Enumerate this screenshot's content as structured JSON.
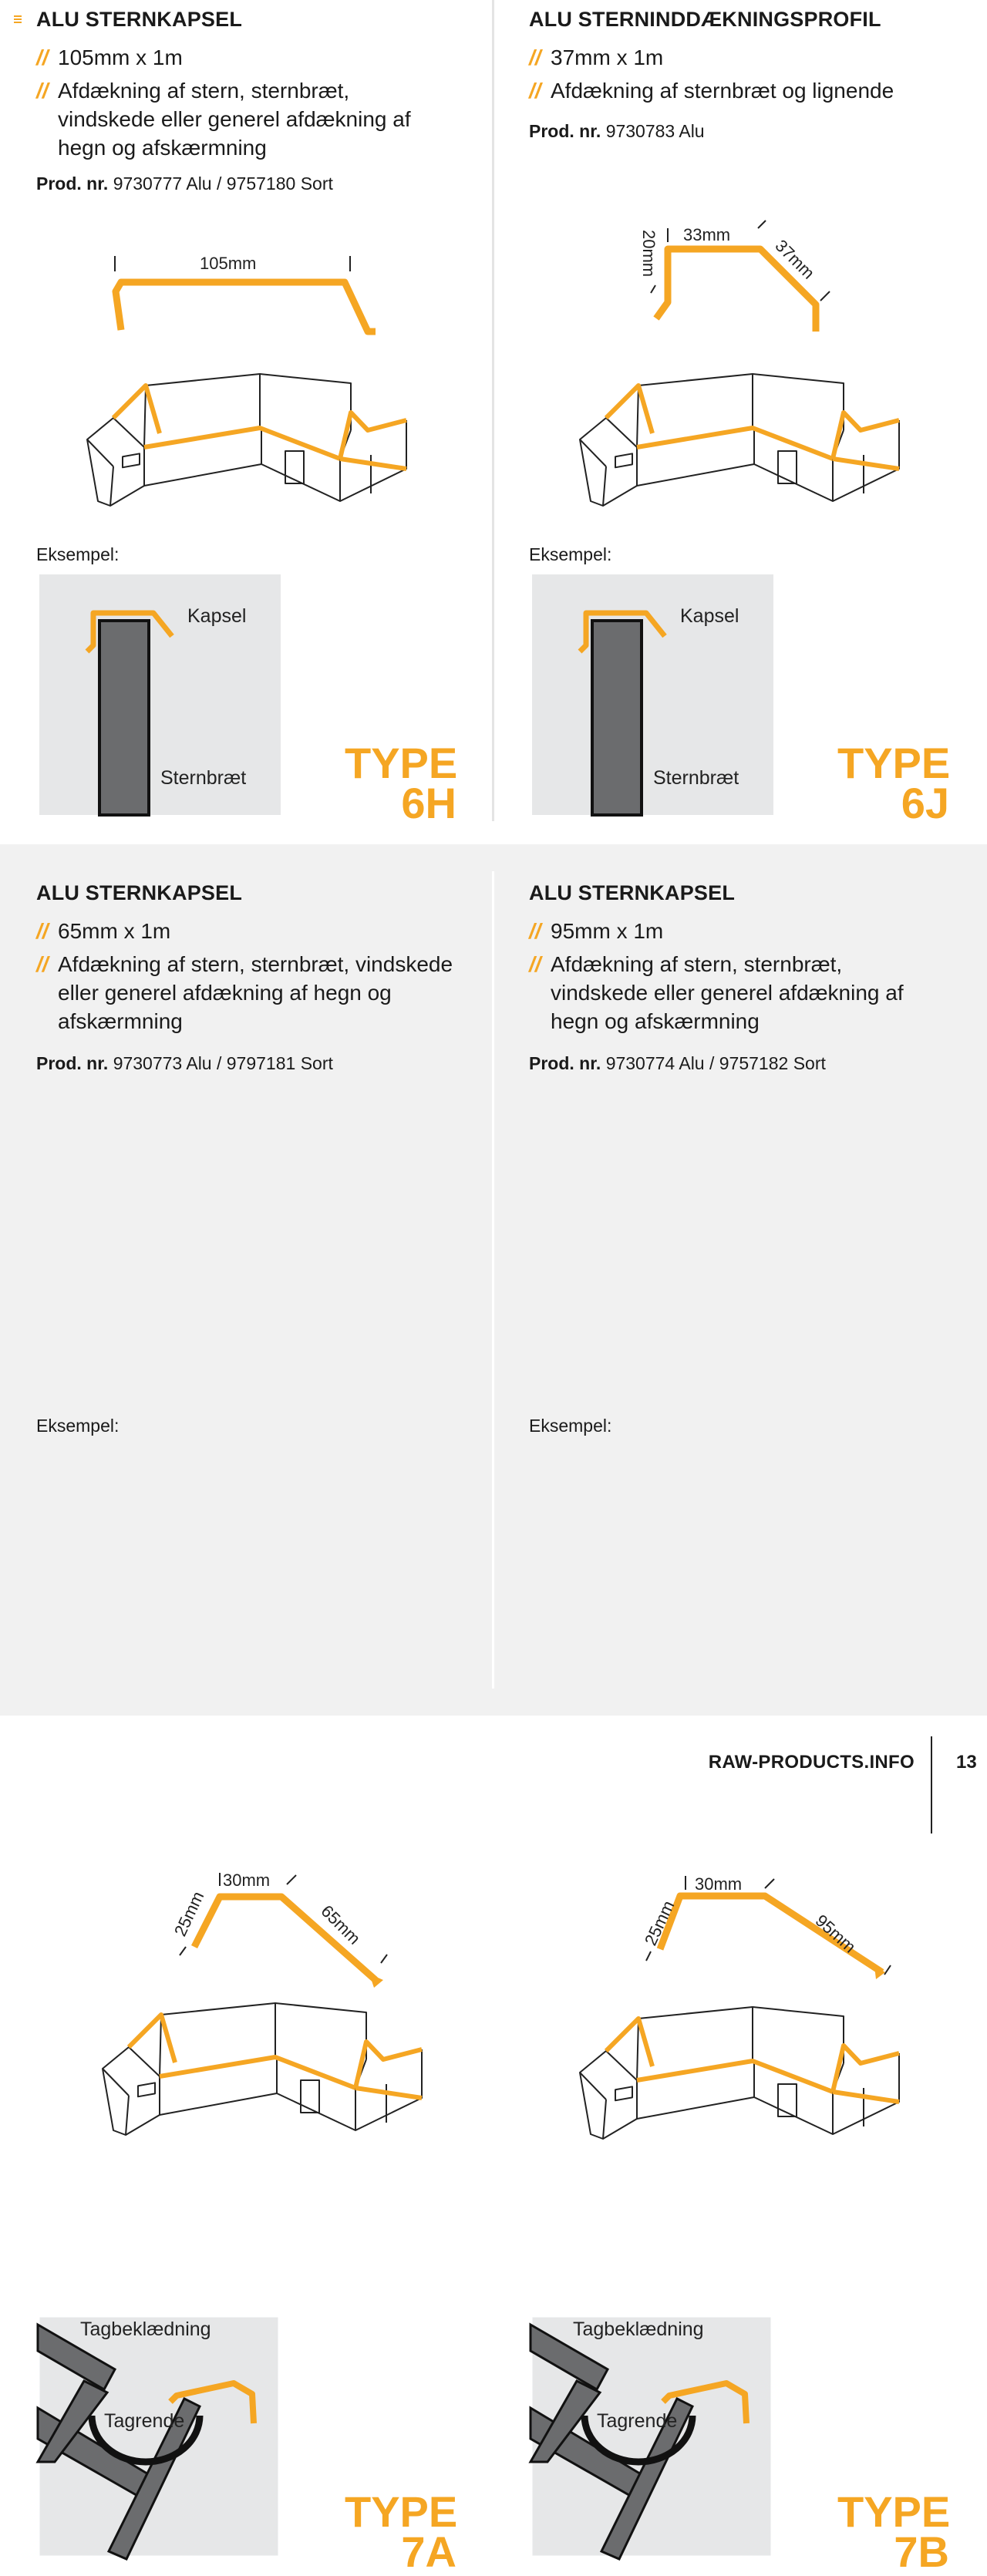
{
  "panels": [
    {
      "title": "ALU STERNKAPSEL",
      "bullets": [
        {
          "slash": "//",
          "text": "105mm x 1m"
        },
        {
          "slash": "//",
          "text": "Afdækning af stern, sternbræt, vindskede eller generel afdækning af hegn og afskærmning"
        }
      ],
      "prod_label": "Prod. nr.",
      "prod_value": "9730777 Alu / 9757180 Sort",
      "dims": [
        "105mm"
      ],
      "example_label": "Eksempel:",
      "example_labels": [
        "Kapsel",
        "Sternbræt"
      ],
      "type_word": "TYPE",
      "type_code": "6H"
    },
    {
      "title": "ALU STERNINDDÆKNINGSPROFIL",
      "bullets": [
        {
          "slash": "//",
          "text": "37mm x 1m"
        },
        {
          "slash": "//",
          "text": "Afdækning af sternbræt og lignende"
        }
      ],
      "prod_label": "Prod. nr.",
      "prod_value": "9730783 Alu",
      "dims": [
        "33mm",
        "20mm",
        "37mm"
      ],
      "example_label": "Eksempel:",
      "example_labels": [
        "Kapsel",
        "Sternbræt"
      ],
      "type_word": "TYPE",
      "type_code": "6J"
    },
    {
      "title": "ALU STERNKAPSEL",
      "bullets": [
        {
          "slash": "//",
          "text": "65mm x 1m"
        },
        {
          "slash": "//",
          "text": "Afdækning af stern, sternbræt, vindskede eller generel afdækning af hegn og afskærmning"
        }
      ],
      "prod_label": "Prod. nr.",
      "prod_value": "9730773 Alu / 9797181 Sort",
      "dims": [
        "30mm",
        "25mm",
        "65mm"
      ],
      "example_label": "Eksempel:",
      "example_labels": [
        "Tagbeklædning",
        "Tagrende"
      ],
      "type_word": "TYPE",
      "type_code": "7A"
    },
    {
      "title": "ALU STERNKAPSEL",
      "bullets": [
        {
          "slash": "//",
          "text": "95mm x 1m"
        },
        {
          "slash": "//",
          "text": "Afdækning af stern, sternbræt, vindskede eller generel afdækning af hegn og afskærmning"
        }
      ],
      "prod_label": "Prod. nr.",
      "prod_value": "9730774 Alu / 9757182 Sort",
      "dims": [
        "30mm",
        "25mm",
        "95mm"
      ],
      "example_label": "Eksempel:",
      "example_labels": [
        "Tagbeklædning",
        "Tagrende"
      ],
      "type_word": "TYPE",
      "type_code": "7B"
    }
  ],
  "footer": {
    "brand": "RAW-PRODUCTS.INFO",
    "page": "13"
  },
  "colors": {
    "accent": "#f5a623",
    "dark": "#6b6c6e",
    "panel_bg": "#e6e7e8"
  },
  "icons": [
    "menu-icon"
  ]
}
